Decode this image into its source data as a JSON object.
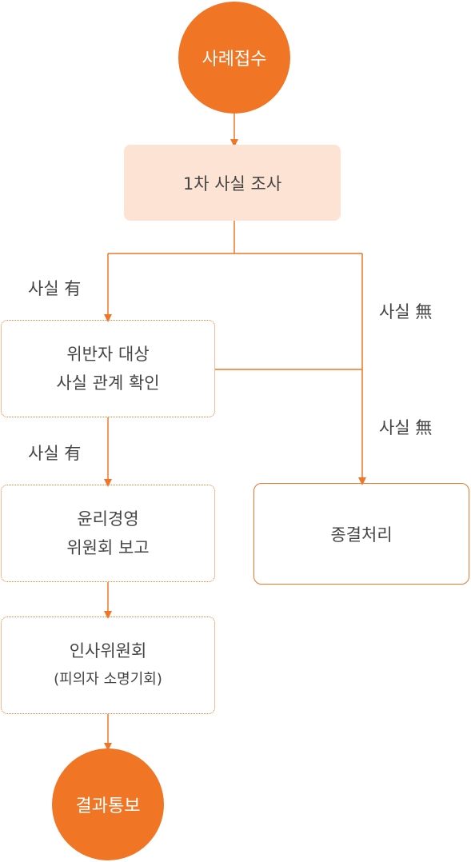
{
  "nodes": {
    "start": "사례접수",
    "first_investigation": "1차 사실 조사",
    "verify_line1": "위반자 대상",
    "verify_line2": "사실 관계 확인",
    "ethics_line1": "윤리경영",
    "ethics_line2": "위원회 보고",
    "hr_line1": "인사위원회",
    "hr_line2": "(피의자 소명기회)",
    "close": "종결처리",
    "end": "결과통보"
  },
  "labels": {
    "fact_yes_1": "사실 有",
    "fact_yes_2": "사실 有",
    "fact_no_1": "사실 無",
    "fact_no_2": "사실 無"
  },
  "colors": {
    "accent": "#f07525",
    "light_fill": "#fde3d3",
    "text": "#444444"
  }
}
